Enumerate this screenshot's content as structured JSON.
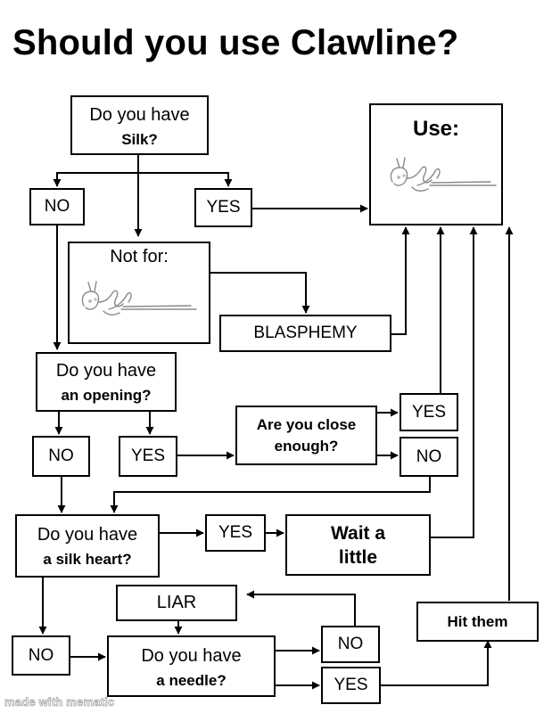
{
  "title": "Should you use Clawline?",
  "nodes": {
    "silk_q": {
      "line1": "Do you have",
      "line2": "Silk?"
    },
    "no_silk": "NO",
    "yes_silk": "YES",
    "use_box": {
      "label": "Use:"
    },
    "not_for": {
      "label": "Not for:"
    },
    "blasphemy": "BLASPHEMY",
    "opening_q": {
      "line1": "Do you have",
      "line2": "an opening?"
    },
    "no_opening": "NO",
    "yes_opening": "YES",
    "close_q": {
      "line1": "Are you close",
      "line2": "enough?"
    },
    "yes_close": "YES",
    "no_close": "NO",
    "heart_q": {
      "line1": "Do you have",
      "line2": "a silk heart?"
    },
    "yes_heart": "YES",
    "wait": {
      "line1": "Wait a",
      "line2": "little"
    },
    "liar": "LIAR",
    "hit_them": "Hit them",
    "no_heart": "NO",
    "needle_q": {
      "line1": "Do you have",
      "line2": "a needle?"
    },
    "no_needle": "NO",
    "yes_needle": "YES"
  },
  "watermark": "made with mematic",
  "icons": [
    "clawline-tool-icon"
  ]
}
